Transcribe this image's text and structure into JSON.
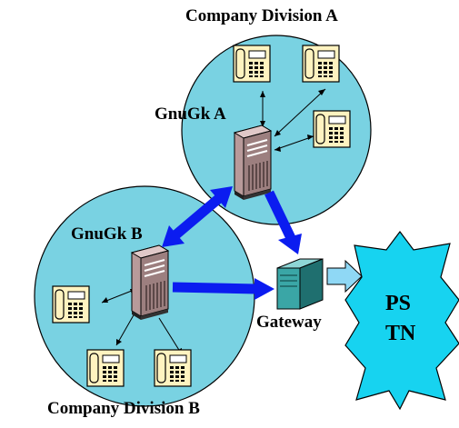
{
  "labels": {
    "division_a": "Company Division A",
    "division_b": "Company Division B",
    "gnugk_a": "GnuGk A",
    "gnugk_b": "GnuGk B",
    "gateway": "Gateway",
    "pstn_line1": "PS",
    "pstn_line2": "TN"
  },
  "colors": {
    "zone_fill": "#79d2e2",
    "arrow_blue": "#0b1cf0",
    "pstn_fill": "#17d3f0",
    "phone_fill": "#fff3c0",
    "server_fill": "#c8a8a8",
    "gateway_fill": "#3aa6a6"
  }
}
